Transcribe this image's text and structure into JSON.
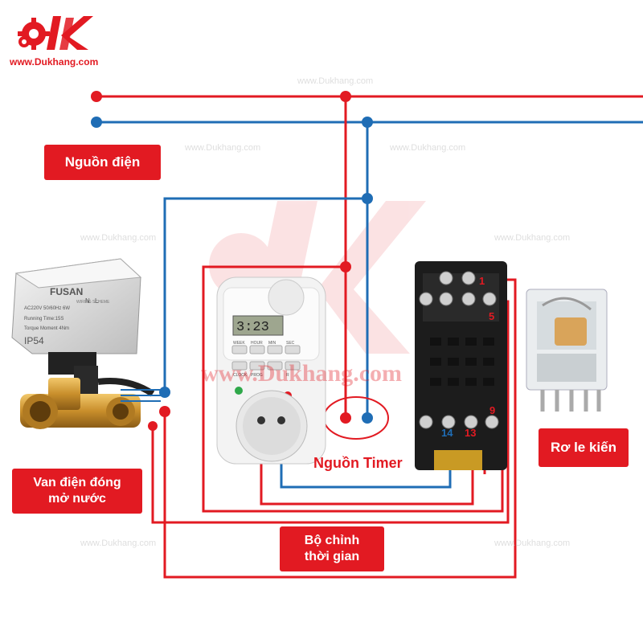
{
  "logo": {
    "website": "www.Dukhang.com"
  },
  "labels": {
    "power_source": "Nguồn điện",
    "valve": "Van điện đóng\nmở nước",
    "timer_source": "Nguồn Timer",
    "relay": "Rơ le kiến",
    "timer_adjust": "Bộ chỉnh\nthời gian"
  },
  "watermark": {
    "small": "www.Dukhang.com",
    "big": "www.Dukhang.com"
  },
  "valve_device": {
    "brand": "FUSAN",
    "wiring": "WIRING SCHEME",
    "spec": "AC220V 50/60Hz 6W",
    "running": "Running Time:15S",
    "torque": "Torque Moment 4Nm",
    "ip": "IP54",
    "terminals": [
      "N",
      "L"
    ]
  },
  "timer_device": {
    "display": "3:23",
    "buttons_row1": [
      "WEEK",
      "HOUR",
      "MIN",
      "SEC"
    ],
    "buttons_row2": [
      "CLOCK",
      "PROG",
      "",
      "R"
    ]
  },
  "relay_base": {
    "terminals": [
      "1",
      "5",
      "9",
      "14",
      "13"
    ]
  },
  "colors": {
    "line": "#e21a22",
    "neutral": "#1f6db5",
    "label_bg": "#e21a22"
  }
}
